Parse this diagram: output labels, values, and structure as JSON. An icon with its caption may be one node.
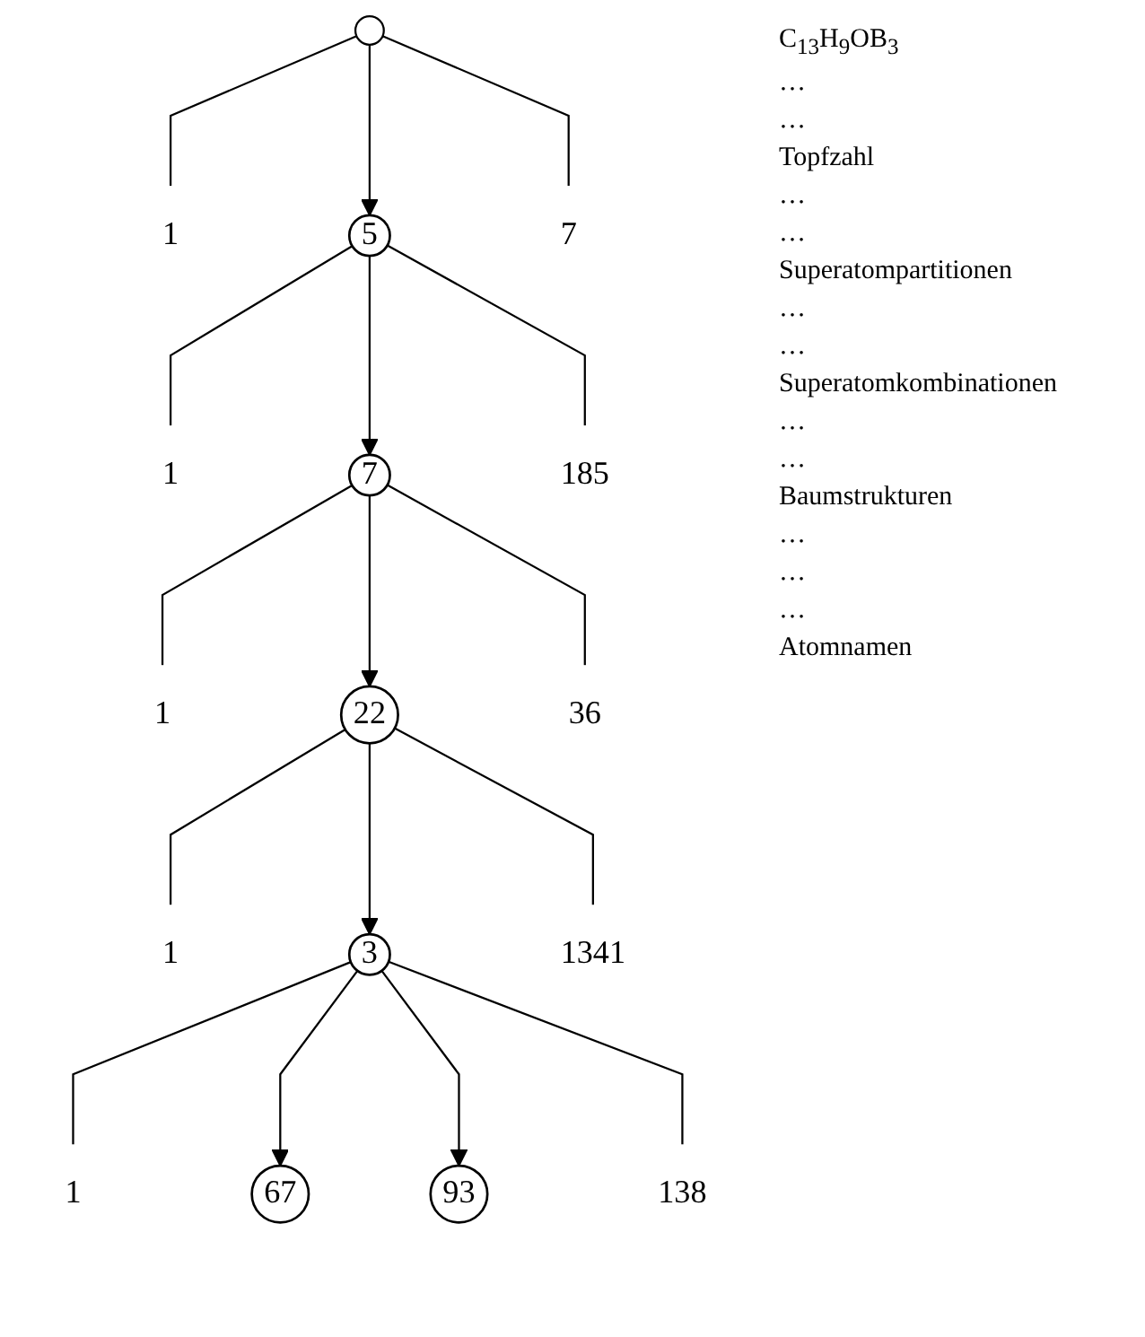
{
  "diagram": {
    "nodes": [
      {
        "text": [],
        "shape": "point"
      },
      {
        "text": [
          "1"
        ]
      },
      {
        "text": [
          "5"
        ]
      },
      {
        "text": [
          "7"
        ]
      },
      {
        "text": [
          "1"
        ]
      },
      {
        "text": [
          "7"
        ]
      },
      {
        "text": [
          "185"
        ]
      },
      {
        "text": [
          "1"
        ]
      },
      {
        "text": [
          "22"
        ]
      },
      {
        "text": [
          "36"
        ]
      },
      {
        "text": [
          "1"
        ]
      },
      {
        "text": [
          "3"
        ]
      },
      {
        "text": [
          "1341"
        ]
      },
      {
        "text": [
          "1"
        ]
      },
      {
        "text": [
          "67"
        ]
      },
      {
        "text": [
          "93"
        ]
      },
      {
        "text": [
          "138"
        ]
      }
    ],
    "edges": [
      {
        "from": 0,
        "to": 1,
        "arrow": "none"
      },
      {
        "from": 0,
        "to": 2,
        "arrow": "to"
      },
      {
        "from": 0,
        "to": 3,
        "arrow": "none"
      },
      {
        "from": 2,
        "to": 4,
        "arrow": "none"
      },
      {
        "from": 2,
        "to": 5,
        "arrow": "to"
      },
      {
        "from": 2,
        "to": 6,
        "arrow": "none"
      },
      {
        "from": 5,
        "to": 7,
        "arrow": "none"
      },
      {
        "from": 5,
        "to": 8,
        "arrow": "to"
      },
      {
        "from": 5,
        "to": 9,
        "arrow": "none"
      },
      {
        "from": 8,
        "to": 10,
        "arrow": "none"
      },
      {
        "from": 8,
        "to": 11,
        "arrow": "to"
      },
      {
        "from": 8,
        "to": 12,
        "arrow": "none"
      },
      {
        "from": 11,
        "to": 13,
        "arrow": "none"
      },
      {
        "from": 11,
        "to": 14,
        "arrow": "to"
      },
      {
        "from": 11,
        "to": 15,
        "arrow": "to"
      },
      {
        "from": 11,
        "to": 16,
        "arrow": "none"
      }
    ],
    "labels": [
      "C$_{13}$H$_{9}$OB$_{3}$",
      "…",
      "…",
      "Topfzahl",
      "…",
      "…",
      "Superatompartitionen",
      "…",
      "…",
      "Superatomkombinationen",
      "…",
      "…",
      "Baumstrukturen",
      "…",
      "…",
      "…",
      "Atomnamen"
    ]
  }
}
